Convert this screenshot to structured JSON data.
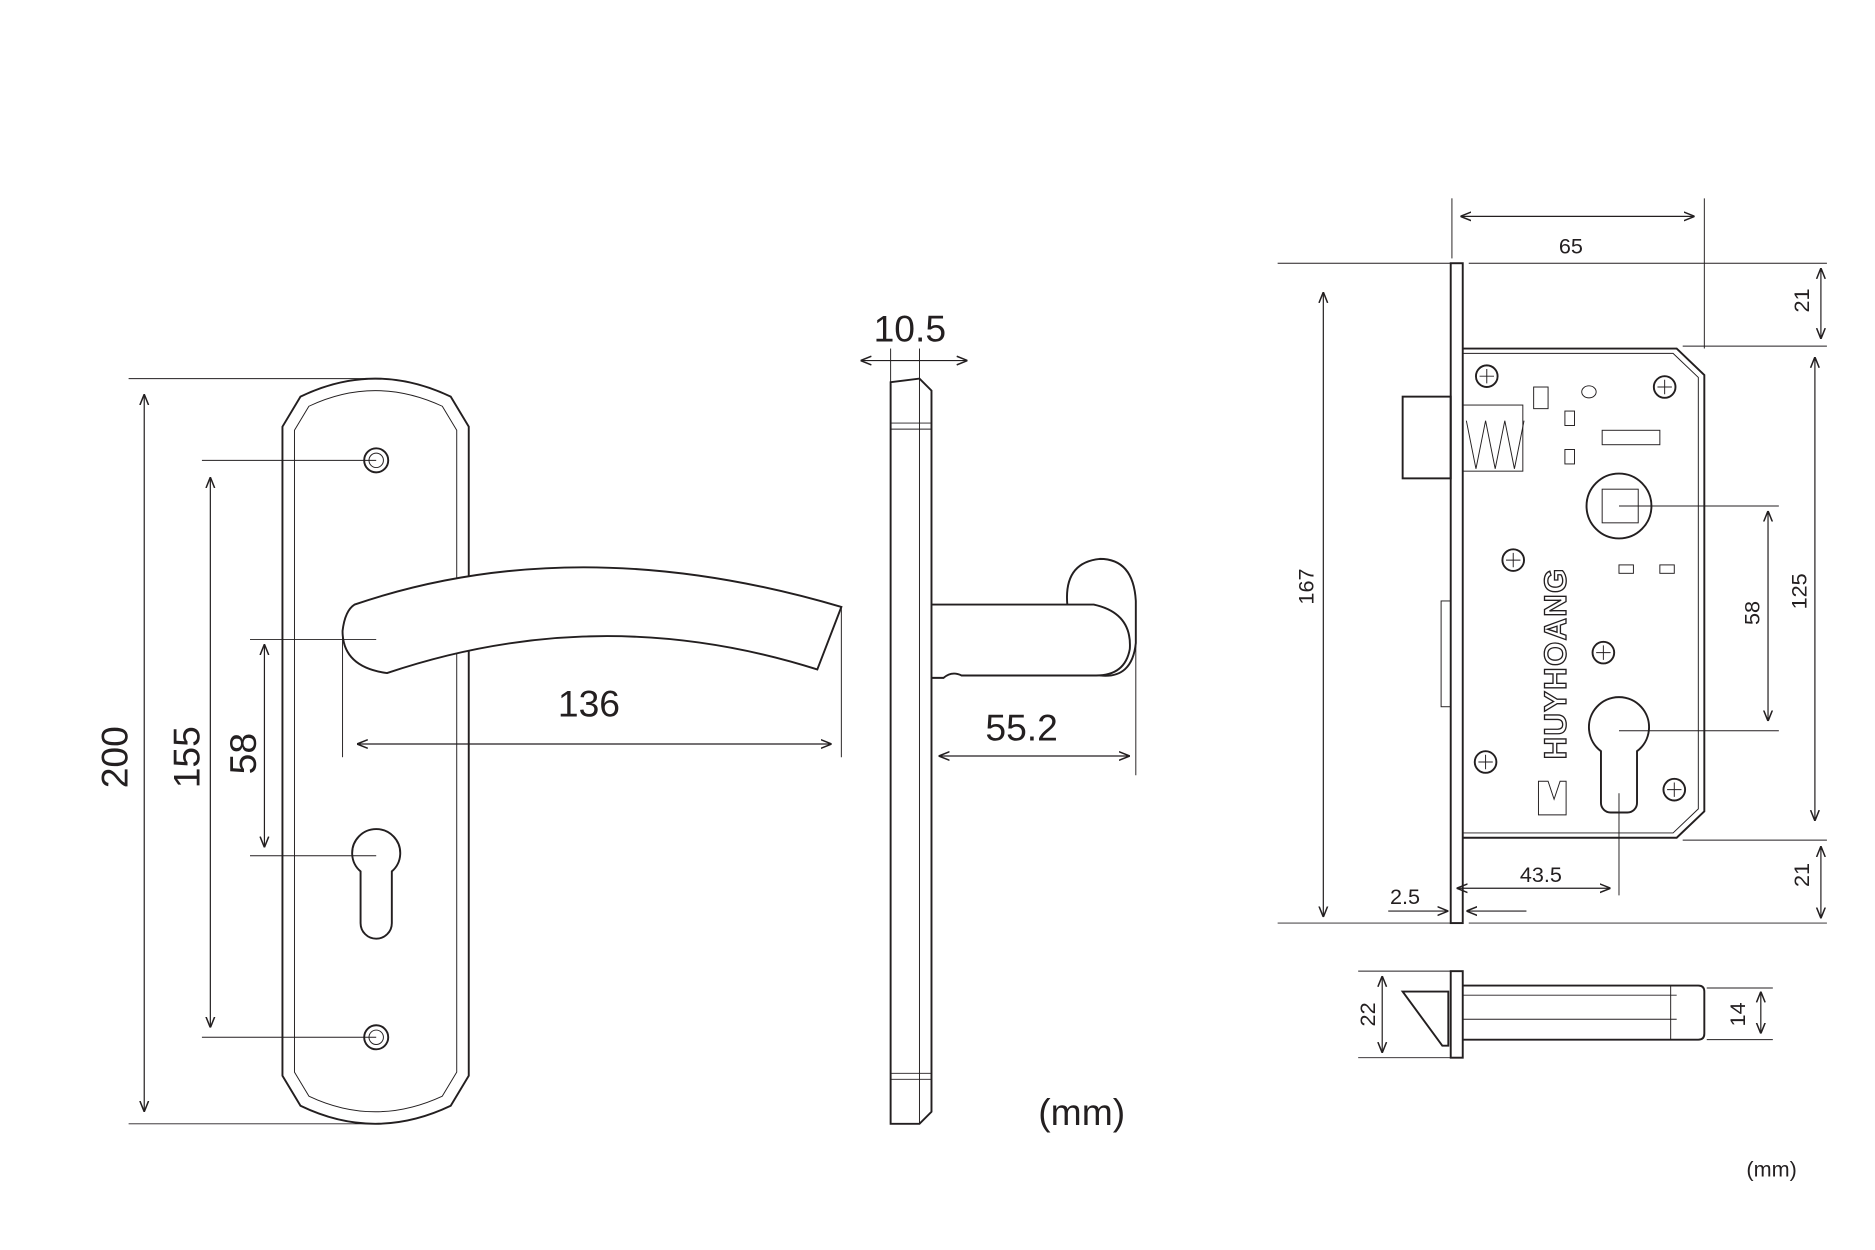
{
  "unit_label_handle": "(mm)",
  "unit_label_lock": "(mm)",
  "handle": {
    "overall_height": "200",
    "screw_spacing": "155",
    "handle_to_key": "58",
    "lever_length": "136",
    "plate_thickness": "10.5",
    "lever_projection": "55.2"
  },
  "lock": {
    "brand": "HUYHOANG",
    "backset": "65",
    "top_offset": "21",
    "bottom_offset": "21",
    "faceplate_height": "167",
    "case_height": "125",
    "center_distance": "58",
    "cylinder_backset": "43.5",
    "faceplate_thickness": "2.5",
    "faceplate_width": "22",
    "case_width": "14"
  }
}
